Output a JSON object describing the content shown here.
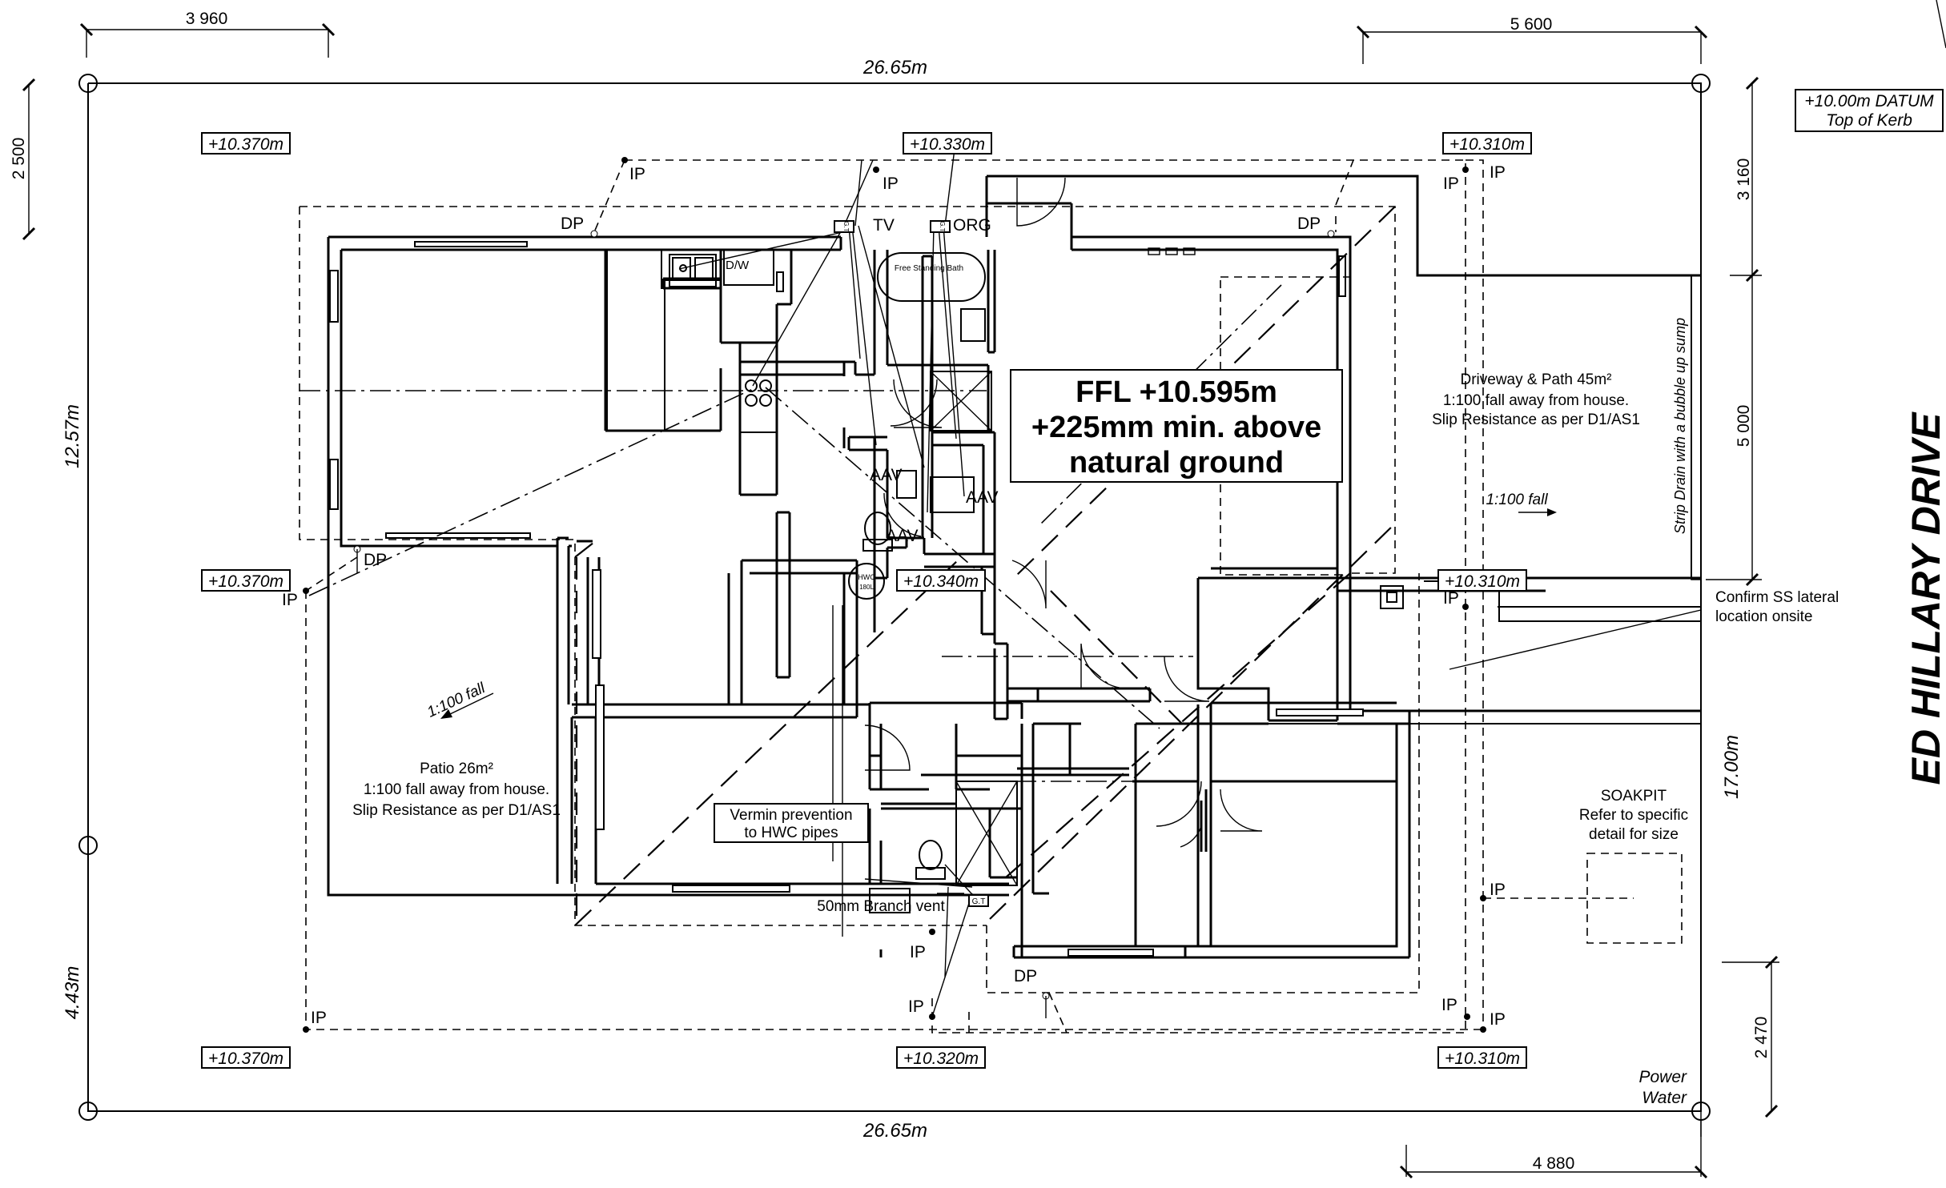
{
  "dimensions": {
    "top_left": "3 960",
    "top_right": "5 600",
    "left_top": "2 500",
    "right_top": "3 160",
    "right_mid": "5 000",
    "right_bottom": "2 470",
    "bottom_right": "4 880",
    "boundary_top": "26.65m",
    "boundary_bottom": "26.65m",
    "boundary_left": "12.57m",
    "boundary_left_lower": "4.43m",
    "boundary_right": "17.00m"
  },
  "datum": {
    "line1": "+10.00m DATUM",
    "line2": "Top of Kerb"
  },
  "levels": {
    "nw": "+10.370m",
    "n": "+10.330m",
    "ne": "+10.310m",
    "w": "+10.370m",
    "centre": "+10.340m",
    "e": "+10.310m",
    "sw": "+10.370m",
    "s": "+10.320m",
    "se": "+10.310m"
  },
  "street_name": "ED HILLARY DRIVE",
  "ffl": {
    "line1": "FFL +10.595m",
    "line2": "+225mm min. above",
    "line3": "natural ground"
  },
  "driveway": {
    "line1": "Driveway & Path 45m²",
    "line2": "1:100 fall away from house.",
    "line3": "Slip Resistance as per D1/AS1"
  },
  "driveway_fall": "1:100 fall",
  "patio": {
    "line1": "Patio 26m²",
    "line2": "1:100 fall away from house.",
    "line3": "Slip Resistance as per D1/AS1"
  },
  "patio_fall": "1:100 fall",
  "strip_drain": "Strip Drain with a bubble up sump",
  "lateral": {
    "line1": "Confirm SS lateral",
    "line2": "location onsite"
  },
  "soakpit": {
    "line1": "SOAKPIT",
    "line2": "Refer to specific",
    "line3": "detail for size"
  },
  "vermin": {
    "line1": "Vermin prevention",
    "line2": "to HWC pipes"
  },
  "branch_vent": "50mm Branch vent",
  "services": {
    "power": "Power",
    "water": "Water"
  },
  "tags": {
    "ip": "IP",
    "dp": "DP",
    "tv": "TV",
    "org": "ORG",
    "aav": "AAV",
    "gt": "G.T",
    "dw": "D/W",
    "bath": "Free Standing Bath",
    "hwc": "HWC",
    "hwc_size": "180L"
  }
}
